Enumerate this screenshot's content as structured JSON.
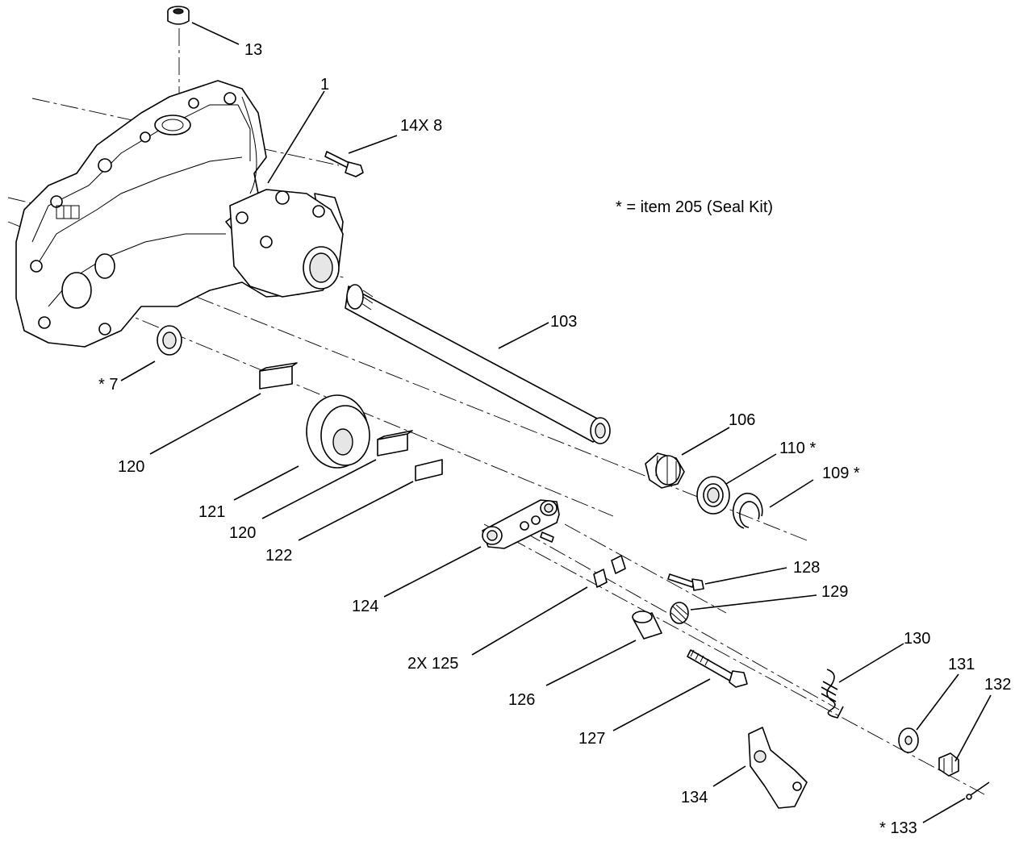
{
  "note": "* = item 205  (Seal Kit)",
  "callouts": {
    "c13": "13",
    "c1": "1",
    "c14x8": "14X 8",
    "c103": "103",
    "c7": "* 7",
    "c106": "106",
    "c110": "110 *",
    "c109": "109 *",
    "c120a": "120",
    "c121": "121",
    "c120b": "120",
    "c122": "122",
    "c128": "128",
    "c129": "129",
    "c124": "124",
    "c2x125": "2X 125",
    "c126": "126",
    "c130": "130",
    "c131": "131",
    "c132": "132",
    "c127": "127",
    "c134": "134",
    "c133": "* 133"
  }
}
